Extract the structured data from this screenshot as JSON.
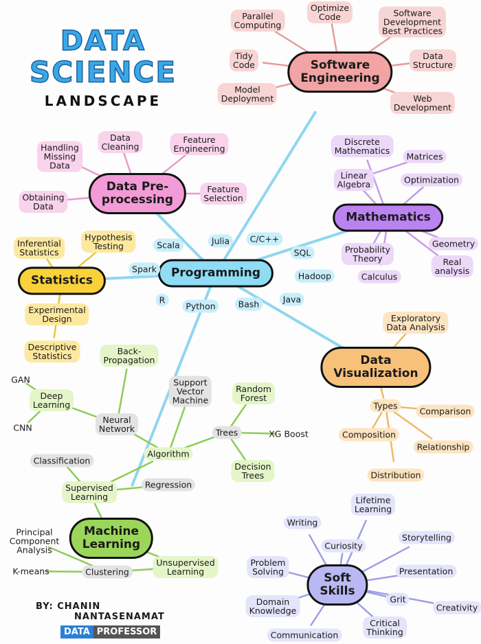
{
  "title": {
    "line1": "DATA",
    "line2": "SCIENCE",
    "line3": "LANDSCAPE"
  },
  "credit": {
    "by": "BY: CHANIN",
    "surname": "NANTASENAMAT",
    "logo_left": "DATA",
    "logo_right": "PROFESSOR"
  },
  "colors": {
    "software_engineering": "#f2a3a3",
    "preprocessing": "#f29bd6",
    "mathematics": "#bb83f0",
    "programming": "#8fdcf5",
    "statistics": "#f9d13a",
    "visualization": "#f7c17a",
    "machine_learning": "#9bd65a",
    "soft_skills": "#b9b8f2"
  },
  "nodes": {
    "se": "Software\nEngineering",
    "se1": "Parallel\nComputing",
    "se2": "Optimize\nCode",
    "se3": "Software\nDevelopment\nBest Practices",
    "se4": "Tidy\nCode",
    "se5": "Data\nStructure",
    "se6": "Model\nDeployment",
    "se7": "Web\nDevelopment",
    "pp": "Data Pre-\nprocessing",
    "pp1": "Handling\nMissing\nData",
    "pp2": "Data\nCleaning",
    "pp3": "Feature\nEngineering",
    "pp4": "Obtaining\nData",
    "pp5": "Feature\nSelection",
    "ma": "Mathematics",
    "ma1": "Discrete\nMathematics",
    "ma2": "Matrices",
    "ma3": "Linear\nAlgebra",
    "ma4": "Optimization",
    "ma5": "Probability\nTheory",
    "ma6": "Geometry",
    "ma7": "Real\nanalysis",
    "ma8": "Calculus",
    "pr": "Programming",
    "pr1": "Scala",
    "pr2": "Julia",
    "pr3": "C/C++",
    "pr4": "SQL",
    "pr5": "Spark",
    "pr6": "Hadoop",
    "pr7": "R",
    "pr8": "Python",
    "pr9": "Bash",
    "pr10": "Java",
    "st": "Statistics",
    "st1": "Inferential\nStatistics",
    "st2": "Hypothesis\nTesting",
    "st3": "Experimental\nDesign",
    "st4": "Descriptive\nStatistics",
    "dv": "Data\nVisualization",
    "dv1": "Exploratory\nData Analysis",
    "dv2": "Types",
    "dv3": "Comparison",
    "dv4": "Composition",
    "dv5": "Relationship",
    "dv6": "Distribution",
    "ml": "Machine\nLearning",
    "ml1": "GAN",
    "ml2": "Deep\nLearning",
    "ml3": "CNN",
    "ml4": "Back-\nPropagation",
    "ml5": "Support\nVector\nMachine",
    "ml6": "Random\nForest",
    "ml7": "Neural\nNetwork",
    "ml8": "Trees",
    "ml9": "XG Boost",
    "ml10": "Classification",
    "ml11": "Algorithm",
    "ml12": "Decision\nTrees",
    "ml13": "Supervised\nLearning",
    "ml14": "Regression",
    "ml15": "Principal\nComponent\nAnalysis",
    "ml16": "K-means",
    "ml17": "Clustering",
    "ml18": "Unsupervised\nLearning",
    "sk": "Soft\nSkills",
    "sk1": "Lifetime\nLearning",
    "sk2": "Writing",
    "sk3": "Storytelling",
    "sk4": "Curiosity",
    "sk5": "Problem\nSolving",
    "sk6": "Presentation",
    "sk7": "Grit",
    "sk8": "Creativity",
    "sk9": "Domain\nKnowledge",
    "sk10": "Critical\nThinking",
    "sk11": "Communication"
  },
  "edges": [
    [
      "pr",
      "se"
    ],
    [
      "pr",
      "ma"
    ],
    [
      "pr",
      "pp"
    ],
    [
      "pr",
      "st"
    ],
    [
      "pr",
      "dv"
    ],
    [
      "pr",
      "ml"
    ],
    [
      "se",
      "se1"
    ],
    [
      "se",
      "se2"
    ],
    [
      "se",
      "se3"
    ],
    [
      "se",
      "se4"
    ],
    [
      "se",
      "se5"
    ],
    [
      "se",
      "se6"
    ],
    [
      "se",
      "se7"
    ],
    [
      "pp",
      "pp1"
    ],
    [
      "pp",
      "pp2"
    ],
    [
      "pp",
      "pp3"
    ],
    [
      "pp",
      "pp4"
    ],
    [
      "pp",
      "pp5"
    ],
    [
      "ma",
      "ma1"
    ],
    [
      "ma",
      "ma3"
    ],
    [
      "ma3",
      "ma2"
    ],
    [
      "ma",
      "ma4"
    ],
    [
      "ma",
      "ma5"
    ],
    [
      "ma",
      "ma6"
    ],
    [
      "ma",
      "ma7"
    ],
    [
      "ma",
      "ma8"
    ],
    [
      "st",
      "st1"
    ],
    [
      "st",
      "st2"
    ],
    [
      "st",
      "st3"
    ],
    [
      "st",
      "st4"
    ],
    [
      "dv",
      "dv1"
    ],
    [
      "dv",
      "dv2"
    ],
    [
      "dv2",
      "dv3"
    ],
    [
      "dv2",
      "dv4"
    ],
    [
      "dv2",
      "dv5"
    ],
    [
      "dv2",
      "dv6"
    ],
    [
      "ml",
      "ml13"
    ],
    [
      "ml",
      "ml18"
    ],
    [
      "ml18",
      "ml17"
    ],
    [
      "ml17",
      "ml15"
    ],
    [
      "ml17",
      "ml16"
    ],
    [
      "ml13",
      "ml10"
    ],
    [
      "ml13",
      "ml14"
    ],
    [
      "ml13",
      "ml11"
    ],
    [
      "ml11",
      "ml7"
    ],
    [
      "ml11",
      "ml5"
    ],
    [
      "ml11",
      "ml8"
    ],
    [
      "ml8",
      "ml6"
    ],
    [
      "ml8",
      "ml9"
    ],
    [
      "ml8",
      "ml12"
    ],
    [
      "ml7",
      "ml4"
    ],
    [
      "ml7",
      "ml2"
    ],
    [
      "ml2",
      "ml1"
    ],
    [
      "ml2",
      "ml3"
    ],
    [
      "sk",
      "sk1"
    ],
    [
      "sk",
      "sk2"
    ],
    [
      "sk",
      "sk3"
    ],
    [
      "sk",
      "sk4"
    ],
    [
      "sk",
      "sk5"
    ],
    [
      "sk",
      "sk6"
    ],
    [
      "sk",
      "sk7"
    ],
    [
      "sk",
      "sk8"
    ],
    [
      "sk",
      "sk9"
    ],
    [
      "sk",
      "sk10"
    ],
    [
      "sk",
      "sk11"
    ]
  ]
}
